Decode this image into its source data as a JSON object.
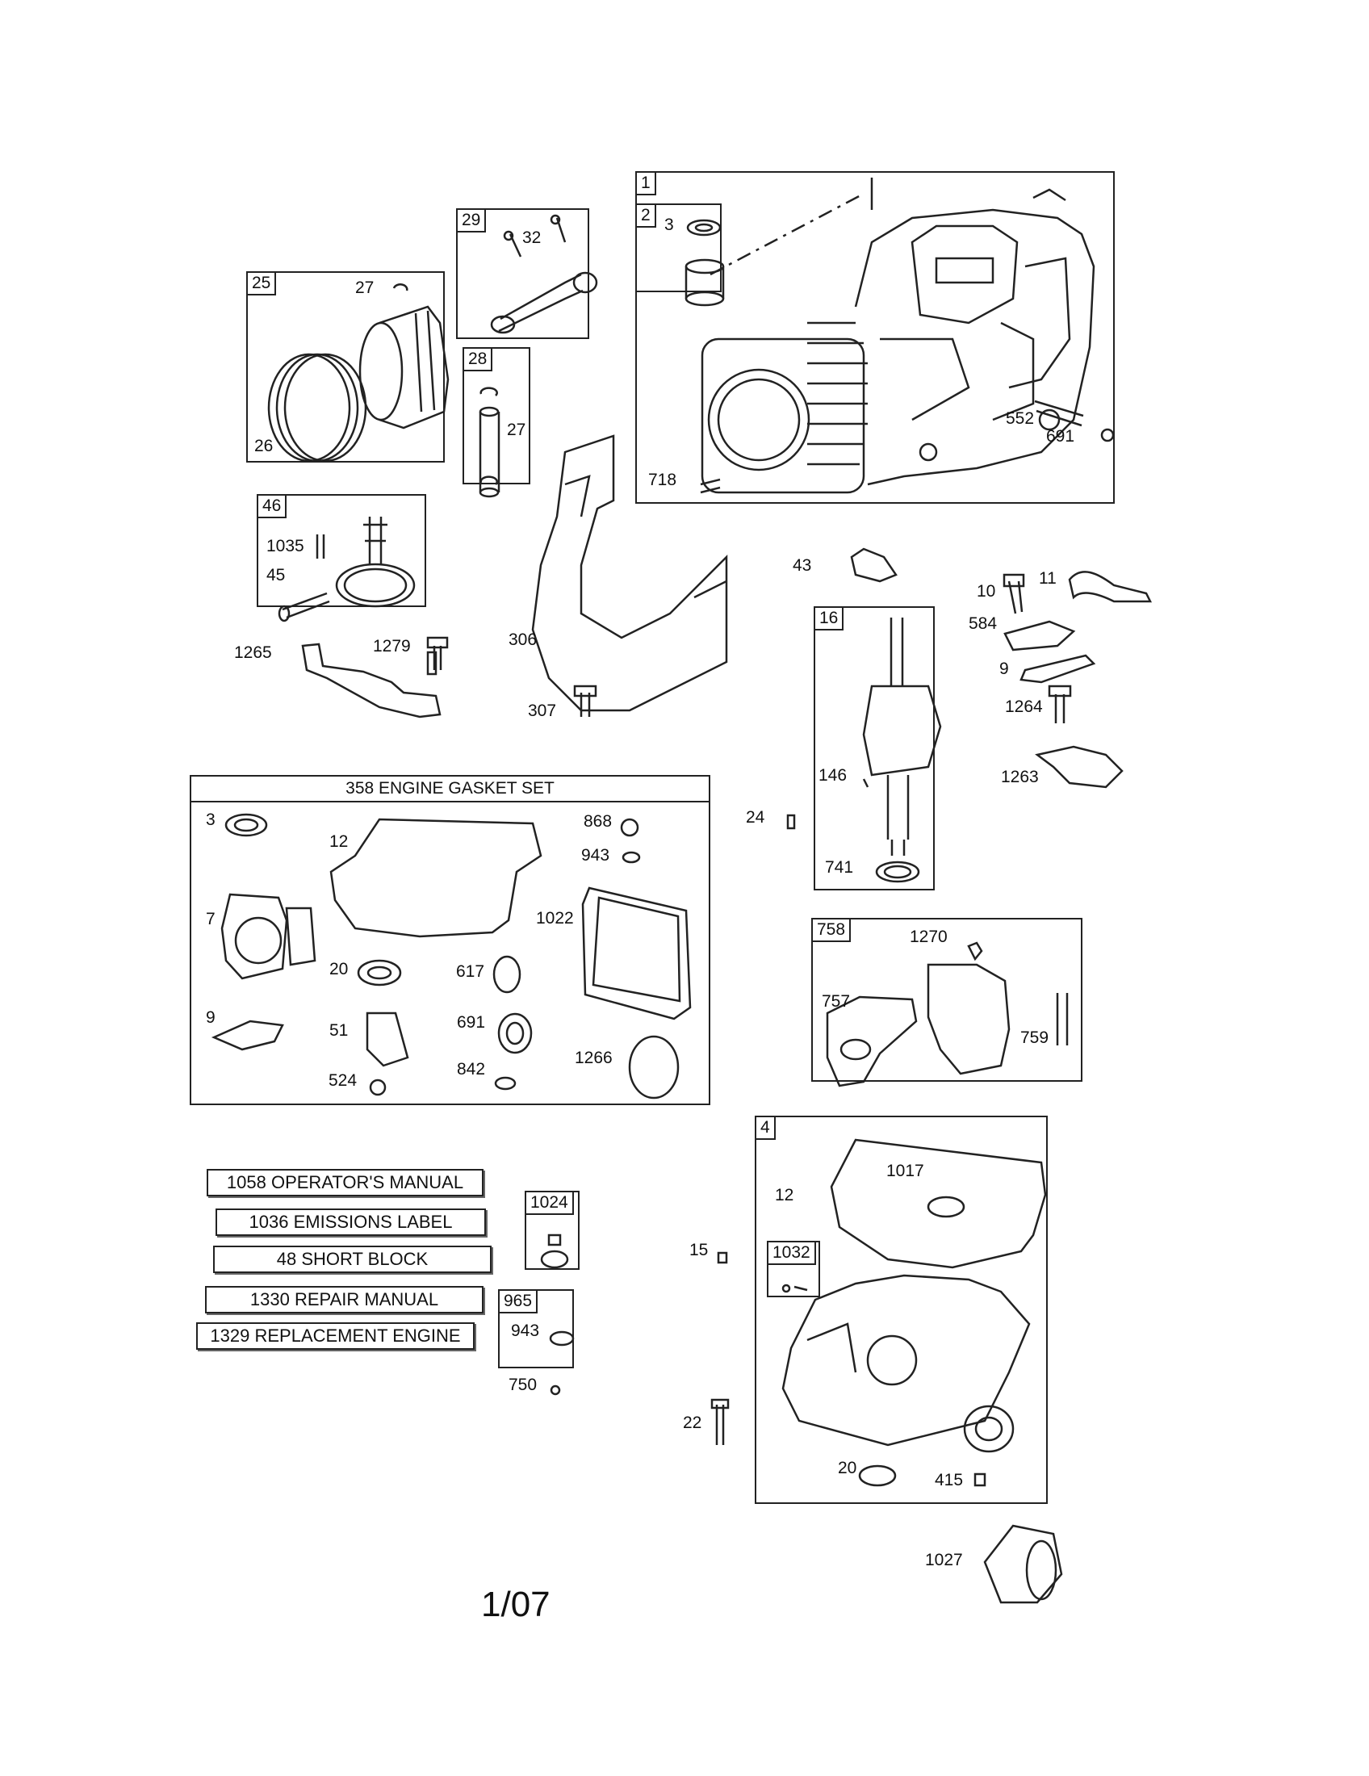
{
  "groups": {
    "g1": "1",
    "g2": "2",
    "g29": "29",
    "g25": "25",
    "g28": "28",
    "g46": "46",
    "g16": "16",
    "g758": "758",
    "g4": "4",
    "g1032": "1032",
    "g1024": "1024",
    "g965": "965"
  },
  "gasket_set": {
    "title": "358 ENGINE GASKET SET"
  },
  "parts": {
    "p3a": "3",
    "p27a": "27",
    "p32": "32",
    "p26": "26",
    "p27b": "27",
    "p552": "552",
    "p691a": "691",
    "p718": "718",
    "p1035": "1035",
    "p45": "45",
    "p306": "306",
    "p43": "43",
    "p10": "10",
    "p11": "11",
    "p584": "584",
    "p9a": "9",
    "p1264": "1264",
    "p1263": "1263",
    "p1265": "1265",
    "p1279": "1279",
    "p307": "307",
    "p146": "146",
    "p24": "24",
    "p741": "741",
    "p3b": "3",
    "p12a": "12",
    "p868": "868",
    "p943a": "943",
    "p7": "7",
    "p1022": "1022",
    "p20a": "20",
    "p617": "617",
    "p691b": "691",
    "p9b": "9",
    "p51": "51",
    "p524": "524",
    "p842": "842",
    "p1266": "1266",
    "p1270": "1270",
    "p757": "757",
    "p759": "759",
    "p12b": "12",
    "p1017": "1017",
    "p15": "15",
    "p22": "22",
    "p20b": "20",
    "p415": "415",
    "p1027": "1027",
    "p943b": "943",
    "p750": "750"
  },
  "kits": {
    "manual": "1058 OPERATOR'S MANUAL",
    "emissions": "1036 EMISSIONS LABEL",
    "short_block": "48 SHORT BLOCK",
    "repair": "1330 REPAIR MANUAL",
    "engine": "1329 REPLACEMENT ENGINE"
  },
  "page_number": "1/07"
}
